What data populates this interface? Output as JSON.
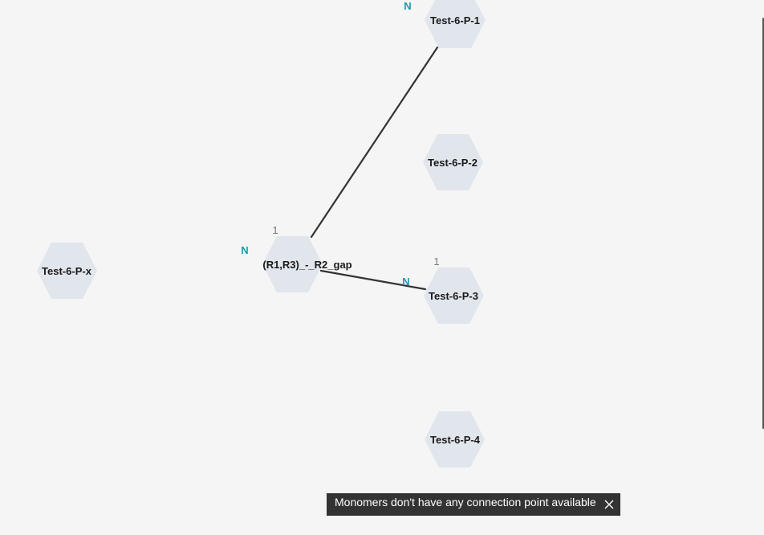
{
  "monomers": [
    {
      "id": "p1",
      "label": "Test-6-P-1"
    },
    {
      "id": "p2",
      "label": "Test-6-P-2"
    },
    {
      "id": "px",
      "label": "Test-6-P-x"
    },
    {
      "id": "center",
      "label": "(R1,R3)_-_R2_gap"
    },
    {
      "id": "p3",
      "label": "Test-6-P-3"
    },
    {
      "id": "p4",
      "label": "Test-6-P-4"
    }
  ],
  "connection_labels": {
    "n_p1": "N",
    "n_center": "N",
    "one_center": "1",
    "n_p3": "N",
    "one_p3": "1"
  },
  "toast": {
    "message": "Monomers don't have any connection point available",
    "close_icon": "close-icon"
  },
  "colors": {
    "hex_fill": "#e1e5ec",
    "connection_point": "#1a9bb0",
    "bond": "#333333",
    "toast_bg": "#333333",
    "background": "#f5f5f5"
  }
}
